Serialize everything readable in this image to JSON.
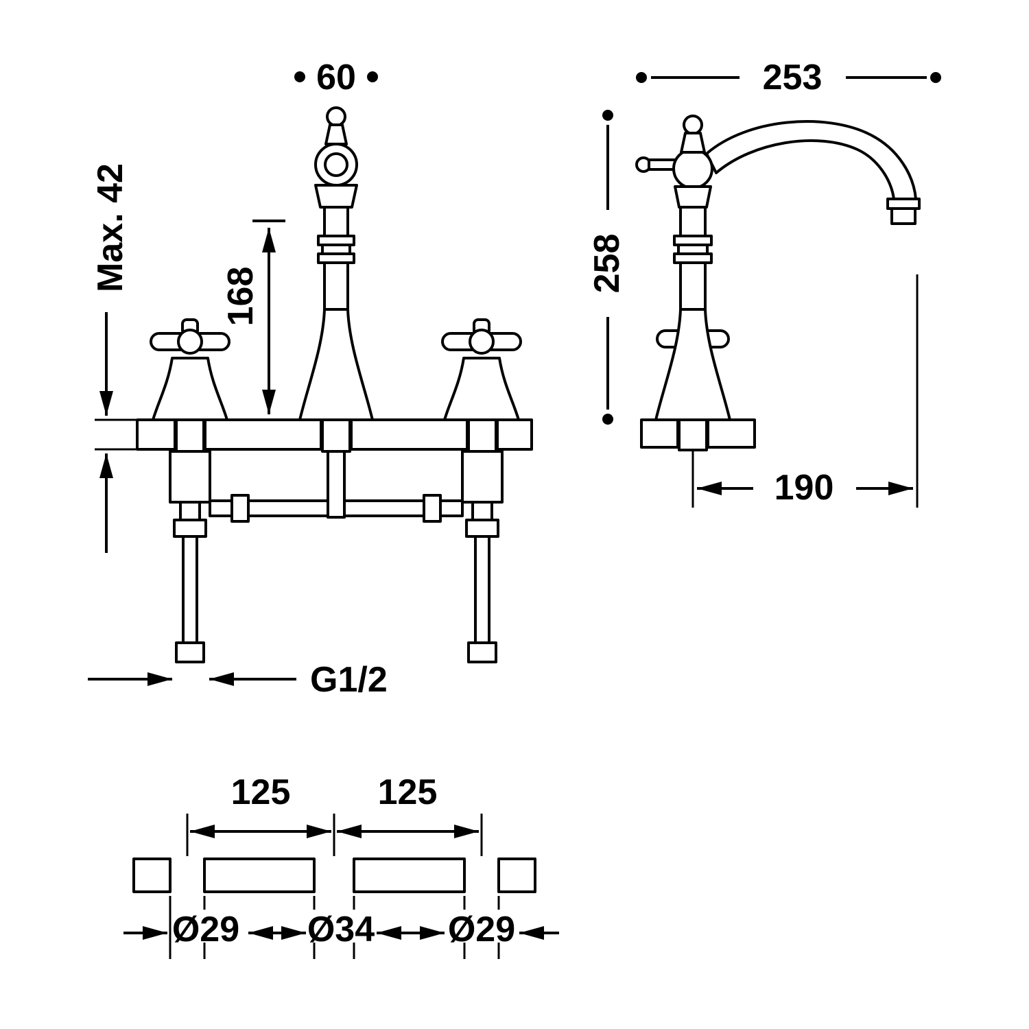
{
  "colors": {
    "ink": "#000000",
    "background": "#ffffff"
  },
  "front_view": {
    "dim_handle_top": "60",
    "dim_deck_max": "Max. 42",
    "dim_spout_height": "168",
    "dim_thread": "G1/2"
  },
  "side_view": {
    "dim_total_width": "253",
    "dim_total_height": "258",
    "dim_spout_reach": "190"
  },
  "section_view": {
    "dim_pitch_left": "125",
    "dim_pitch_right": "125",
    "dim_hole_left": "Ø29",
    "dim_hole_center": "Ø34",
    "dim_hole_right": "Ø29"
  }
}
